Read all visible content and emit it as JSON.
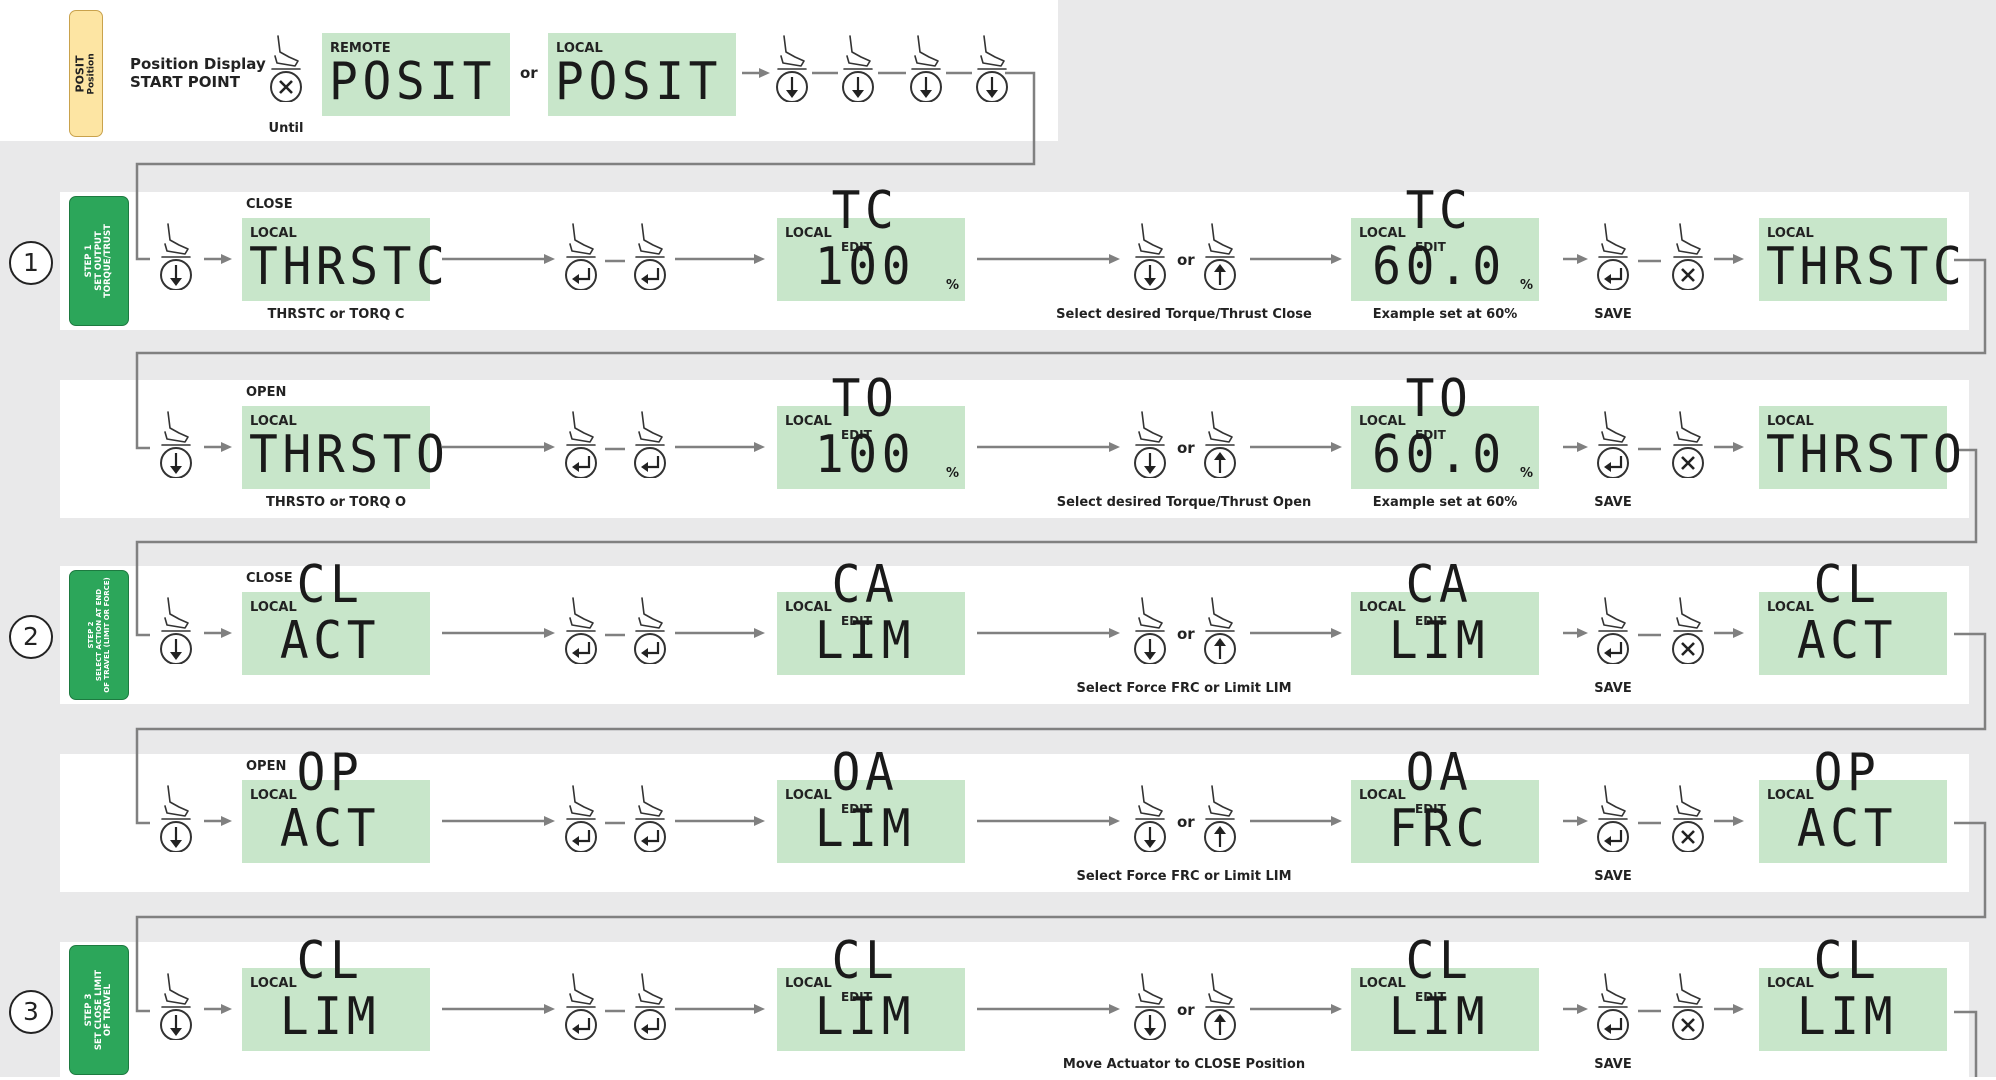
{
  "posit_tab": {
    "line1": "POSIT",
    "line2": "Position"
  },
  "position_display": {
    "line1": "Position Display",
    "line2": "START POINT"
  },
  "until_label": "Until",
  "or_label": "or",
  "step_numbers": [
    "1",
    "2",
    "3"
  ],
  "step_tabs": [
    {
      "line1": "STEP 1",
      "line2": "SET OUTPUT",
      "line3": "TORQUE/TRUST"
    },
    {
      "line1": "STEP 2",
      "line2": "SELECT ACTION AT END",
      "line3": "OF TRAVEL (LIMIT OR FORCE)"
    },
    {
      "line1": "STEP 3",
      "line2": "SET CLOSE LIMIT",
      "line3": "OF TRAVEL"
    }
  ],
  "rows": {
    "r0": {
      "d1": {
        "tag": "REMOTE",
        "main": "POSIT"
      },
      "d2": {
        "tag": "LOCAL",
        "main": "POSIT"
      }
    },
    "r1": {
      "section": "CLOSE",
      "below1": "THRSTC or TORQ C",
      "d1": {
        "tag": "LOCAL",
        "main": "THRSTC"
      },
      "d2": {
        "tag": "LOCAL",
        "edit": "EDIT",
        "main": "TC 100",
        "pct": "%"
      },
      "mid": "Select desired Torque/Thrust Close",
      "d3": {
        "tag": "LOCAL",
        "edit": "EDIT",
        "main": "TC 60.0",
        "pct": "%"
      },
      "below3": "Example set at 60%",
      "save": "SAVE",
      "d4": {
        "tag": "LOCAL",
        "main": "THRSTC"
      }
    },
    "r2": {
      "section": "OPEN",
      "below1": "THRSTO or TORQ O",
      "d1": {
        "tag": "LOCAL",
        "main": "THRSTO"
      },
      "d2": {
        "tag": "LOCAL",
        "edit": "EDIT",
        "main": "TO 100",
        "pct": "%"
      },
      "mid": "Select desired Torque/Thrust Open",
      "d3": {
        "tag": "LOCAL",
        "edit": "EDIT",
        "main": "TO 60.0",
        "pct": "%"
      },
      "below3": "Example set at 60%",
      "save": "SAVE",
      "d4": {
        "tag": "LOCAL",
        "main": "THRSTO"
      }
    },
    "r3": {
      "section": "CLOSE",
      "d1": {
        "tag": "LOCAL",
        "main": "CL ACT"
      },
      "d2": {
        "tag": "LOCAL",
        "edit": "EDIT",
        "main": "CA LIM"
      },
      "mid": "Select Force FRC or Limit LIM",
      "d3": {
        "tag": "LOCAL",
        "edit": "EDIT",
        "main": "CA LIM"
      },
      "save": "SAVE",
      "d4": {
        "tag": "LOCAL",
        "main": "CL ACT"
      }
    },
    "r4": {
      "section": "OPEN",
      "d1": {
        "tag": "LOCAL",
        "main": "OP ACT"
      },
      "d2": {
        "tag": "LOCAL",
        "edit": "EDIT",
        "main": "OA LIM"
      },
      "mid": "Select Force FRC or Limit LIM",
      "d3": {
        "tag": "LOCAL",
        "edit": "EDIT",
        "main": "OA FRC"
      },
      "save": "SAVE",
      "d4": {
        "tag": "LOCAL",
        "main": "OP ACT"
      }
    },
    "r5": {
      "d1": {
        "tag": "LOCAL",
        "main": "CL LIM"
      },
      "d2": {
        "tag": "LOCAL",
        "edit": "EDIT",
        "main": "CL LIM"
      },
      "mid": "Move Actuator to CLOSE Position",
      "d3": {
        "tag": "LOCAL",
        "edit": "EDIT",
        "main": "CL LIM"
      },
      "save": "SAVE",
      "d4": {
        "tag": "LOCAL",
        "main": "CL LIM"
      }
    }
  },
  "colors": {
    "background": "#e9e9ea",
    "lcd": "#c8e6ca",
    "step_tab": "#2ca65a",
    "posit_tab": "#fde5a3",
    "connector": "#808080"
  }
}
